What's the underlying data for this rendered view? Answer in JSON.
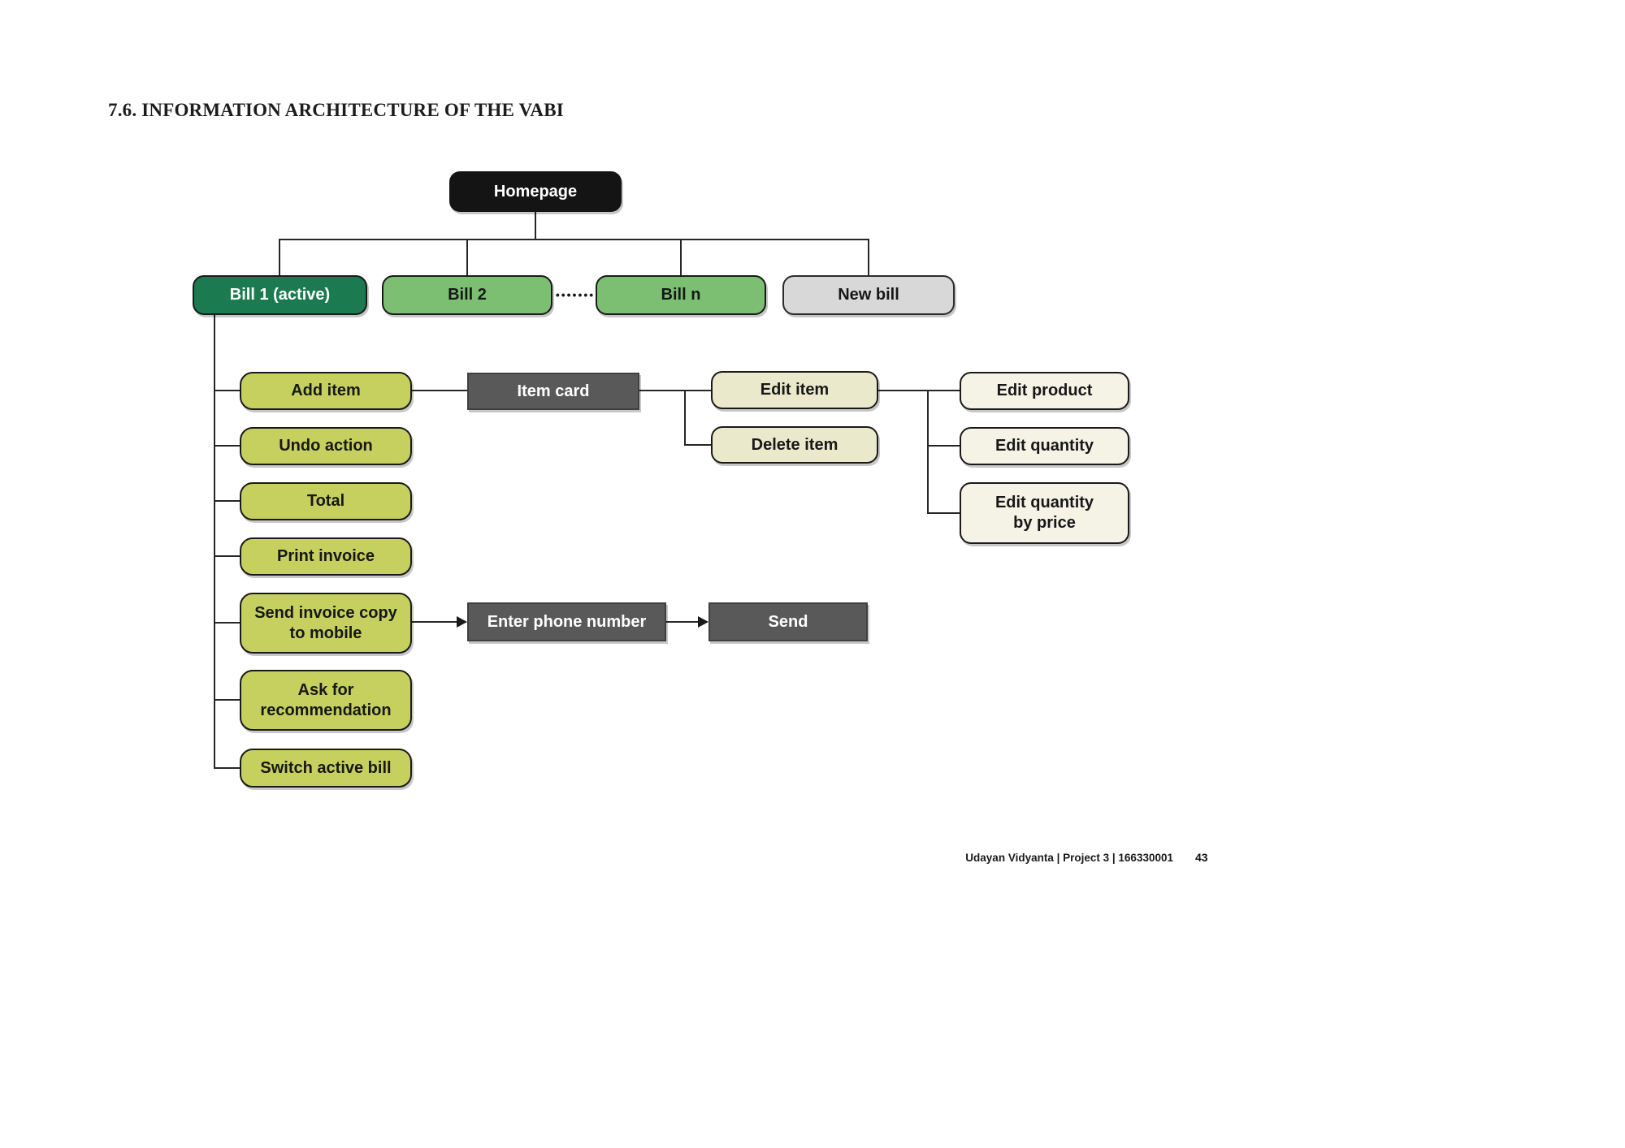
{
  "page": {
    "title": "7.6. INFORMATION ARCHITECTURE OF THE VABI",
    "footer_credit": "Udayan Vidyanta | Project 3 | 166330001",
    "footer_page": "43"
  },
  "colors": {
    "homepage_bg": "#141414",
    "active_bill_green": "#1b7a50",
    "bill_green": "#7cbf73",
    "new_bill_gray": "#d8d8d8",
    "action_yellow_green": "#c6d05e",
    "system_dark_gray": "#595959",
    "edit_cream": "#ebe9cc",
    "edit_cream_light": "#f5f3e6",
    "connector_line": "#262626"
  },
  "diagram": {
    "dots_separator": "•••••••",
    "nodes": {
      "homepage": {
        "label": "Homepage"
      },
      "bill1": {
        "label": "Bill 1 (active)"
      },
      "bill2": {
        "label": "Bill 2"
      },
      "billn": {
        "label": "Bill n"
      },
      "newbill": {
        "label": "New bill"
      },
      "additem": {
        "label": "Add item"
      },
      "undo": {
        "label": "Undo action"
      },
      "total": {
        "label": "Total"
      },
      "print": {
        "label": "Print invoice"
      },
      "sendinv": {
        "line1": "Send invoice copy",
        "line2": "to mobile"
      },
      "askrec": {
        "line1": "Ask for",
        "line2": "recommendation"
      },
      "switchbill": {
        "label": "Switch active bill"
      },
      "itemcard": {
        "label": "Item card"
      },
      "edititem": {
        "label": "Edit item"
      },
      "deleteitem": {
        "label": "Delete item"
      },
      "editproduct": {
        "label": "Edit product"
      },
      "editqty": {
        "label": "Edit quantity"
      },
      "editqtyprice": {
        "line1": "Edit quantity",
        "line2": "by price"
      },
      "enterphone": {
        "label": "Enter phone number"
      },
      "send": {
        "label": "Send"
      }
    }
  }
}
